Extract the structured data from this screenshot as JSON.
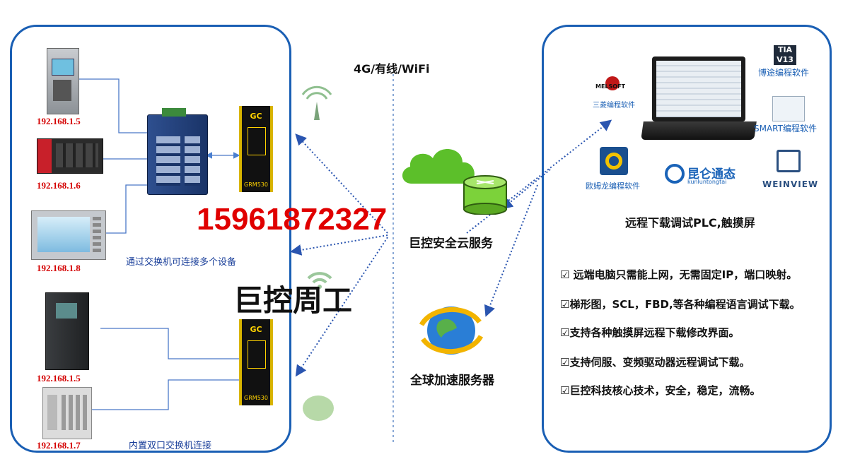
{
  "network_label": "4G/有线/WiFi",
  "devices": {
    "ip1": "192.168.1.5",
    "ip2": "192.168.1.6",
    "ip3": "192.168.1.8",
    "ip4": "192.168.1.5",
    "ip5": "192.168.1.7"
  },
  "gateway_label": "GC",
  "gateway_model": "GRM530",
  "captions": {
    "switch": "通过交换机可连接多个设备",
    "builtin": "内置双口交换机连接"
  },
  "overlay": {
    "phone": "15961872327",
    "name": "巨控周工"
  },
  "cloud": {
    "label": "巨控安全云服务",
    "accel_label": "全球加速服务器"
  },
  "software": {
    "tia_logo": "TIA V13",
    "tia": "博途编程软件",
    "melsoft_logo": "MELSOFT",
    "mitsubishi": "三菱编程软件",
    "smart": "SMART编程软件",
    "omron": "欧姆龙编程软件",
    "kunlun_logo": "昆仑通态",
    "kunlun_sub": "kunluntongtai",
    "weinview": "WEINVIEW"
  },
  "right_title": "远程下载调试PLC,触摸屏",
  "features": [
    "☑ 远端电脑只需能上网，无需固定IP，端口映射。",
    "☑梯形图，SCL，FBD,等各种编程语言调试下载。",
    "☑支持各种触摸屏远程下载修改界面。",
    "☑支持伺服、变频驱动器远程调试下载。",
    "☑巨控科技核心技术，安全，稳定，流畅。"
  ],
  "colors": {
    "border": "#1a5fb4",
    "ip": "#d40000",
    "phone": "#e00000",
    "cloud": "#5cbf2a"
  }
}
